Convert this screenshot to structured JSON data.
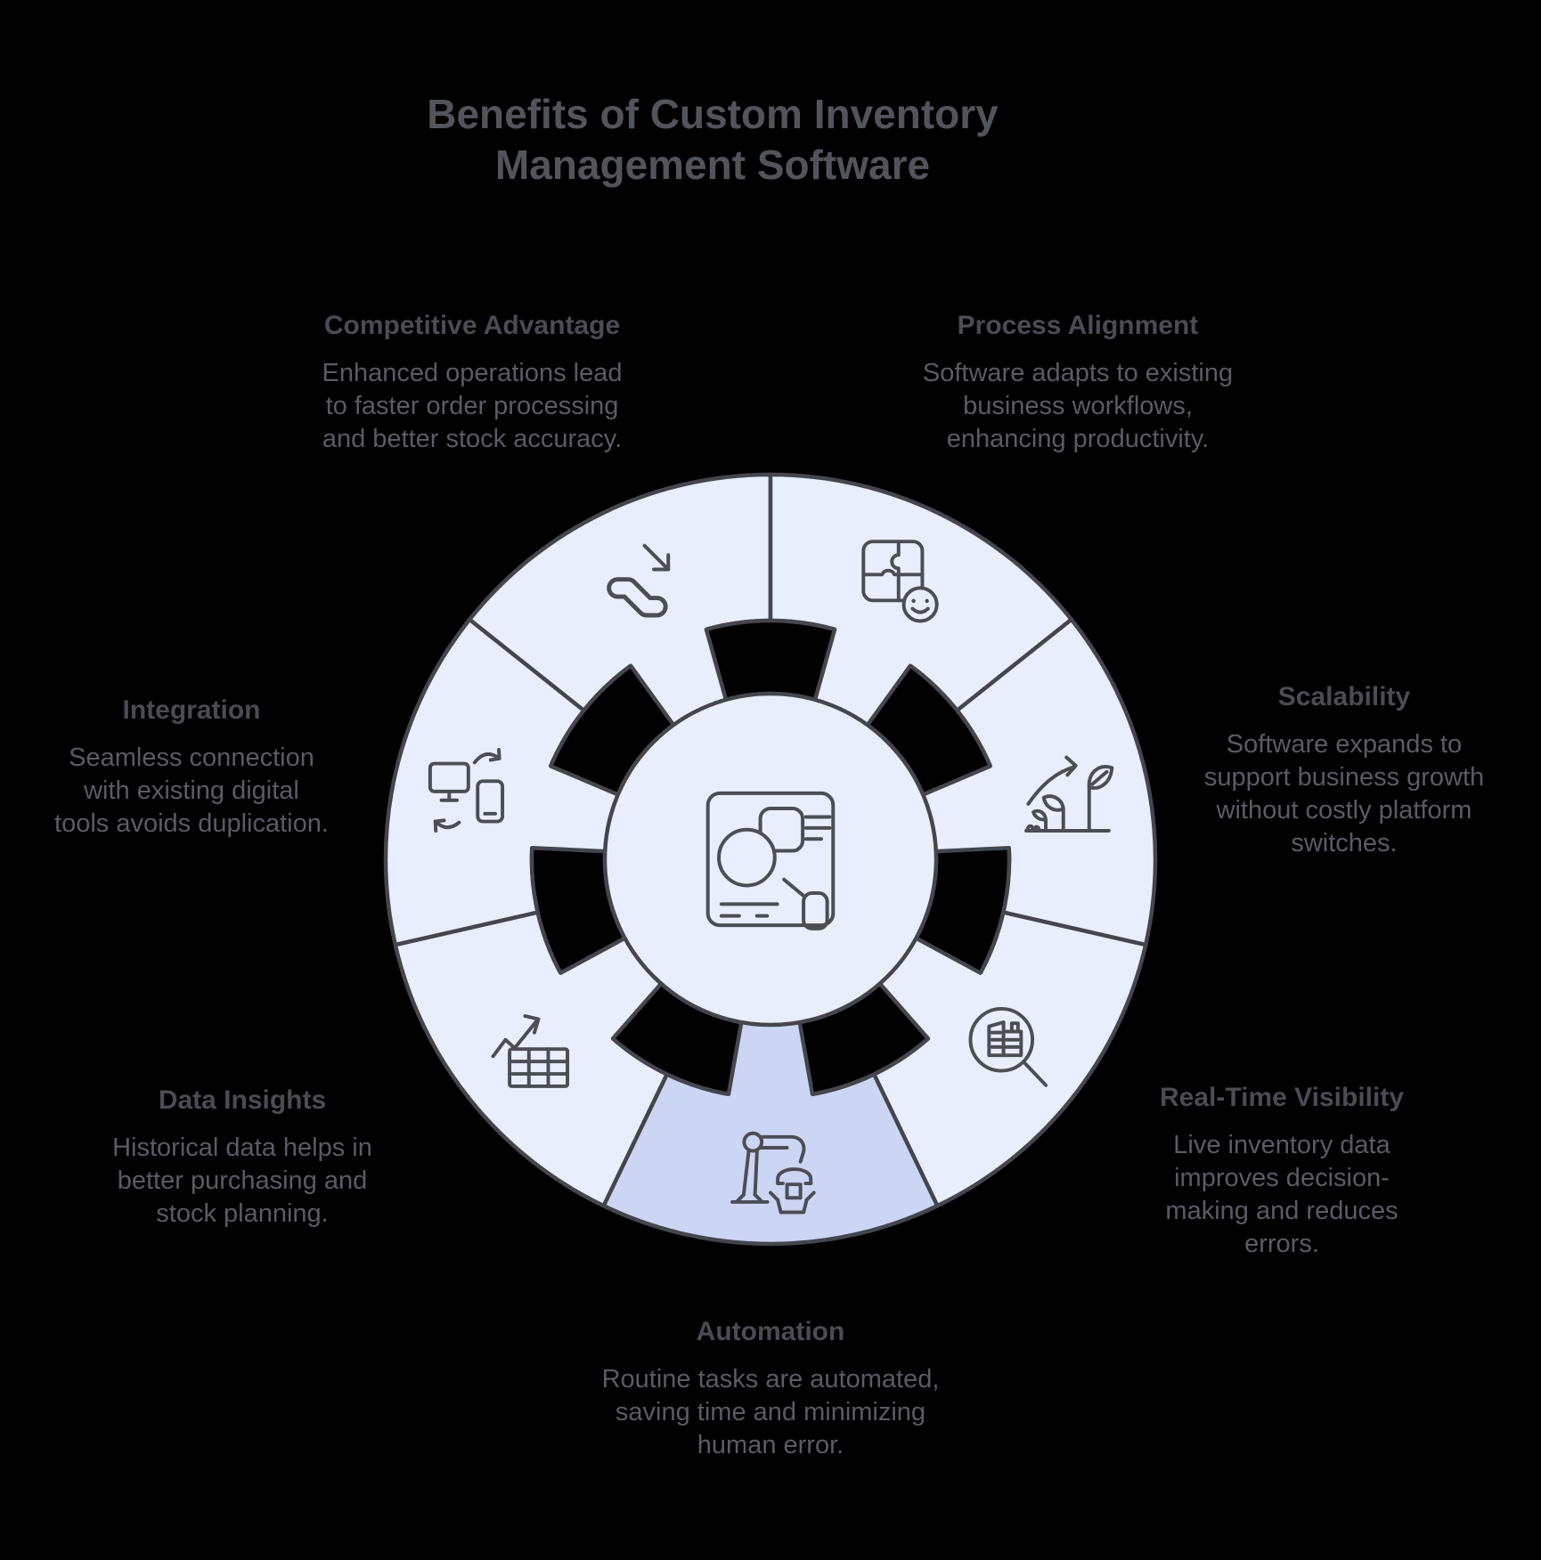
{
  "title": {
    "lines": [
      "Benefits of Custom Inventory",
      "Management Software"
    ]
  },
  "labels": {
    "competitive_advantage": {
      "heading": "Competitive Advantage",
      "body": [
        "Enhanced operations lead",
        "to faster order processing",
        "and better stock accuracy."
      ]
    },
    "process_alignment": {
      "heading": "Process Alignment",
      "body": [
        "Software adapts to existing",
        "business workflows,",
        "enhancing productivity."
      ]
    },
    "scalability": {
      "heading": "Scalability",
      "body": [
        "Software expands to",
        "support business growth",
        "without costly platform",
        "switches."
      ]
    },
    "real_time_visibility": {
      "heading": "Real-Time Visibility",
      "body": [
        "Live inventory data",
        "improves decision-",
        "making and reduces",
        "errors."
      ]
    },
    "automation": {
      "heading": "Automation",
      "body": [
        "Routine tasks are automated,",
        "saving time and minimizing",
        "human error."
      ]
    },
    "data_insights": {
      "heading": "Data Insights",
      "body": [
        "Historical data helps in",
        "better purchasing and",
        "stock planning."
      ]
    },
    "integration": {
      "heading": "Integration",
      "body": [
        "Seamless connection",
        "with existing digital",
        "tools avoids duplication."
      ]
    }
  },
  "wheel": {
    "center_icon": "dashboard",
    "segments": [
      {
        "id": "automation",
        "icon": "robot-arm",
        "highlighted": true
      },
      {
        "id": "data-insights",
        "icon": "chart-table",
        "highlighted": false
      },
      {
        "id": "integration",
        "icon": "device-sync",
        "highlighted": false
      },
      {
        "id": "competitive-advantage",
        "icon": "escalator-arrow",
        "highlighted": false
      },
      {
        "id": "process-alignment",
        "icon": "puzzle-smiley",
        "highlighted": false
      },
      {
        "id": "scalability",
        "icon": "growth-plant",
        "highlighted": false
      },
      {
        "id": "real-time-visibility",
        "icon": "magnifier-inventory",
        "highlighted": false
      }
    ],
    "colors": {
      "segment": "#e9eefc",
      "highlight": "#cdd5f4",
      "line": "#43464d",
      "icon_stroke": "#4a4e55",
      "background": "#000000",
      "title_text": "#515459",
      "heading_text": "#494c52",
      "body_text": "#595c62"
    }
  }
}
